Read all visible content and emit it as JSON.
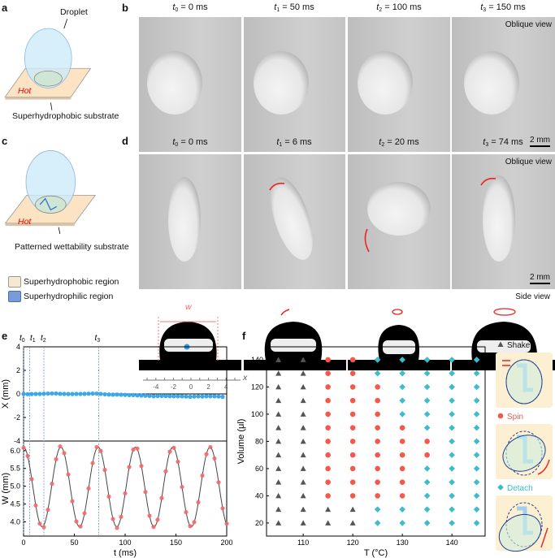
{
  "panels": {
    "a": "a",
    "b": "b",
    "c": "c",
    "d": "d",
    "e": "e",
    "f": "f"
  },
  "panel_a": {
    "droplet_label": "Droplet",
    "hot_label": "Hot",
    "substrate_label": "Superhydrophobic substrate"
  },
  "panel_b": {
    "headers": [
      {
        "t": "t",
        "sub": "0",
        "rest": " = 0 ms"
      },
      {
        "t": "t",
        "sub": "1",
        "rest": " = 50 ms"
      },
      {
        "t": "t",
        "sub": "2",
        "rest": " = 100 ms"
      },
      {
        "t": "t",
        "sub": "3",
        "rest": " = 150 ms"
      }
    ],
    "view": "Oblique view",
    "scale": "2 mm"
  },
  "panel_c": {
    "hot_label": "Hot",
    "substrate_label": "Patterned wettability substrate",
    "legend": [
      {
        "label": "Superhydrophobic region",
        "color": "#f3ead0"
      },
      {
        "label": "Superhydrophilic region",
        "color": "#7b9bd6"
      }
    ]
  },
  "panel_d": {
    "headers": [
      {
        "t": "t",
        "sub": "0",
        "rest": " = 0 ms"
      },
      {
        "t": "t",
        "sub": "1",
        "rest": " = 6 ms"
      },
      {
        "t": "t",
        "sub": "2",
        "rest": " = 20 ms"
      },
      {
        "t": "t",
        "sub": "3",
        "rest": " = 74 ms"
      }
    ],
    "view": "Oblique view",
    "scale": "2 mm",
    "side_view": "Side view",
    "w_label": "w",
    "axis_label": "x",
    "axis_ticks": [
      "-4",
      "-2",
      "0",
      "2",
      "4"
    ]
  },
  "chart_data": [
    {
      "type": "scatter",
      "panel": "e-top",
      "xlabel": "t (ms)",
      "ylabel": "X (mm)",
      "xlim": [
        0,
        200
      ],
      "ylim": [
        -4,
        4
      ],
      "yticks": [
        "-4",
        "-2",
        "0",
        "2",
        "4"
      ],
      "marker_color": "#3aa8ea",
      "markers": [
        {
          "label": "t",
          "sub": "0",
          "t": 0
        },
        {
          "label": "t",
          "sub": "1",
          "t": 6
        },
        {
          "label": "t",
          "sub": "2",
          "t": 20
        },
        {
          "label": "t",
          "sub": "3",
          "t": 74
        }
      ],
      "t": [
        0,
        4,
        8,
        12,
        16,
        20,
        24,
        28,
        32,
        36,
        40,
        44,
        48,
        52,
        56,
        60,
        64,
        68,
        72,
        76,
        80,
        84,
        88,
        92,
        96,
        100,
        104,
        108,
        112,
        116,
        120,
        124,
        128,
        132,
        136,
        140,
        144,
        148,
        152,
        156,
        160,
        164,
        168,
        172,
        176,
        180,
        184,
        188,
        192,
        196
      ],
      "X": [
        0.0,
        -0.02,
        -0.01,
        0.0,
        0.0,
        0.02,
        0.03,
        0.04,
        0.04,
        0.01,
        0.0,
        -0.01,
        -0.01,
        0.0,
        0.0,
        0.01,
        0.02,
        0.03,
        0.03,
        0.0,
        -0.03,
        -0.05,
        -0.06,
        -0.05,
        -0.07,
        -0.08,
        -0.1,
        -0.1,
        -0.12,
        -0.14,
        -0.15,
        -0.17,
        -0.2,
        -0.18,
        -0.17,
        -0.18,
        -0.19,
        -0.2,
        -0.2,
        -0.2,
        -0.22,
        -0.24,
        -0.22,
        -0.21,
        -0.22,
        -0.2,
        -0.2,
        -0.2,
        -0.22,
        -0.24
      ]
    },
    {
      "type": "scatter",
      "panel": "e-bottom",
      "xlabel": "t (ms)",
      "ylabel": "W (mm)",
      "xlim": [
        0,
        200
      ],
      "ylim": [
        3.6,
        6.27
      ],
      "xticks": [
        "0",
        "50",
        "100",
        "150",
        "200"
      ],
      "yticks": [
        "4.0",
        "4.5",
        "5.0",
        "5.5",
        "6.0"
      ],
      "marker_color": "#f06a6a",
      "fit_line_color": "#444444",
      "t": [
        0,
        4,
        8,
        12,
        16,
        20,
        24,
        28,
        32,
        36,
        40,
        44,
        48,
        52,
        56,
        60,
        64,
        68,
        72,
        76,
        80,
        84,
        88,
        92,
        96,
        100,
        104,
        108,
        112,
        116,
        120,
        124,
        128,
        132,
        136,
        140,
        144,
        148,
        152,
        156,
        160,
        164,
        168,
        172,
        176,
        180,
        184,
        188,
        192,
        196,
        200
      ],
      "W": [
        6.08,
        5.85,
        5.2,
        4.46,
        3.95,
        3.85,
        4.34,
        5.07,
        5.76,
        6.12,
        5.93,
        5.33,
        4.58,
        4.01,
        3.87,
        4.24,
        4.94,
        5.65,
        6.1,
        5.99,
        5.46,
        4.71,
        4.08,
        3.83,
        4.14,
        4.8,
        5.54,
        6.03,
        6.06,
        5.57,
        4.84,
        4.17,
        3.86,
        4.06,
        4.67,
        5.42,
        5.97,
        6.08,
        5.69,
        4.98,
        4.27,
        3.88,
        3.99,
        4.55,
        5.3,
        5.9,
        6.1,
        5.78,
        5.11,
        4.38,
        3.95
      ]
    },
    {
      "type": "scatter",
      "panel": "f",
      "xlabel": "T (°C)",
      "ylabel": "Volume (μl)",
      "xlim": [
        102.6,
        146.7
      ],
      "ylim": [
        10.4,
        149.5
      ],
      "xticks": [
        "110",
        "120",
        "130",
        "140"
      ],
      "yticks": [
        "20",
        "40",
        "60",
        "80",
        "100",
        "120",
        "140"
      ],
      "T": [
        105,
        110,
        115,
        120,
        125,
        130,
        135,
        140,
        145
      ],
      "volumes": [
        20,
        30,
        40,
        50,
        60,
        70,
        80,
        90,
        100,
        110,
        120,
        130,
        140
      ],
      "phase_by_T": {
        "105": [
          "Shake",
          "Shake",
          "Shake",
          "Shake",
          "Shake",
          "Shake",
          "Shake",
          "Shake",
          "Shake",
          "Shake",
          "Shake",
          "Shake",
          "Shake"
        ],
        "110": [
          "Shake",
          "Shake",
          "Shake",
          "Shake",
          "Shake",
          "Shake",
          "Shake",
          "Shake",
          "Shake",
          "Shake",
          "Shake",
          "Shake",
          "Shake"
        ],
        "115": [
          "Shake",
          "Shake",
          "Spin",
          "Spin",
          "Spin",
          "Spin",
          "Spin",
          "Spin",
          "Spin",
          "Spin",
          "Spin",
          "Spin",
          "Spin"
        ],
        "120": [
          "Shake",
          "Shake",
          "Spin",
          "Spin",
          "Spin",
          "Spin",
          "Spin",
          "Spin",
          "Spin",
          "Spin",
          "Spin",
          "Spin",
          "Spin"
        ],
        "125": [
          "Detach",
          "Detach",
          "Spin",
          "Spin",
          "Spin",
          "Spin",
          "Spin",
          "Spin",
          "Spin",
          "Spin",
          "Spin",
          "Detach",
          "Detach"
        ],
        "130": [
          "Detach",
          "Detach",
          "Spin",
          "Spin",
          "Spin",
          "Spin",
          "Spin",
          "Spin",
          "Detach",
          "Detach",
          "Detach",
          "Detach",
          "Detach"
        ],
        "135": [
          "Detach",
          "Detach",
          "Detach",
          "Detach",
          "Detach",
          "Spin",
          "Spin",
          "Detach",
          "Detach",
          "Detach",
          "Detach",
          "Detach",
          "Detach"
        ],
        "140": [
          "Detach",
          "Detach",
          "Detach",
          "Detach",
          "Detach",
          "Detach",
          "Detach",
          "Detach",
          "Detach",
          "Detach",
          "Detach",
          "Detach",
          "Detach"
        ],
        "145": [
          "Detach",
          "Detach",
          "Detach",
          "Detach",
          "Detach",
          "Detach",
          "Detach",
          "Detach",
          "Detach",
          "Detach",
          "Detach",
          "Detach",
          "Detach"
        ]
      },
      "legend": [
        {
          "name": "Shake",
          "marker": "triangle",
          "color": "#555555"
        },
        {
          "name": "Spin",
          "marker": "circle",
          "color": "#f4584a"
        },
        {
          "name": "Detach",
          "marker": "diamond",
          "color": "#3cbccc"
        }
      ]
    }
  ]
}
